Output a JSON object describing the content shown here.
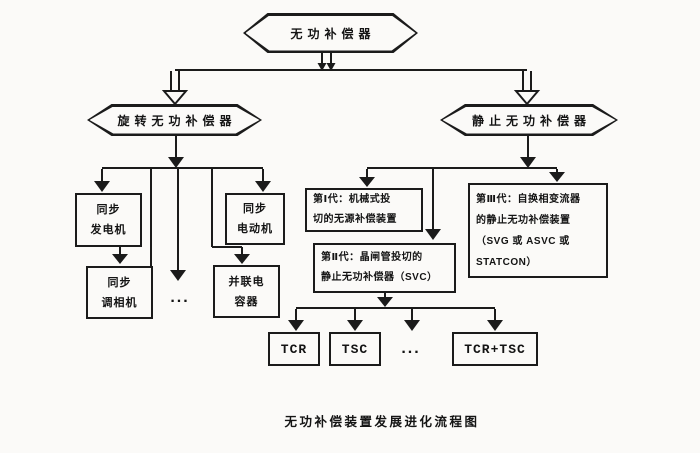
{
  "colors": {
    "line": "#1b1b1b",
    "background": "#fbfaf8",
    "text": "#141414"
  },
  "caption": "无功补偿装置发展进化流程图",
  "nodes": {
    "root": {
      "label": "无功补偿器"
    },
    "rotating": {
      "label": "旋转无功补偿器"
    },
    "static": {
      "label": "静止无功补偿器"
    },
    "sync_generator": {
      "label": "同步\n发电机"
    },
    "sync_motor": {
      "label": "同步\n电动机"
    },
    "sync_condenser": {
      "label": "同步\n调相机"
    },
    "shunt_capacitor": {
      "label": "并联电\n容器"
    },
    "gen1": {
      "label": "第Ⅰ代：机械式投\n切的无源补偿装置"
    },
    "gen2": {
      "label": "第Ⅱ代：晶闸管投切的\n静止无功补偿器（SVC）"
    },
    "gen3": {
      "label": "第Ⅲ代：自换相变流器\n的静止无功补偿装置\n（SVG 或 ASVC 或\nSTATCON）"
    },
    "tcr": {
      "label": "TCR"
    },
    "tsc": {
      "label": "TSC"
    },
    "tcr_tsc": {
      "label": "TCR+TSC"
    },
    "ellipsis_rotating": {
      "label": "..."
    },
    "ellipsis_svc": {
      "label": "..."
    }
  }
}
